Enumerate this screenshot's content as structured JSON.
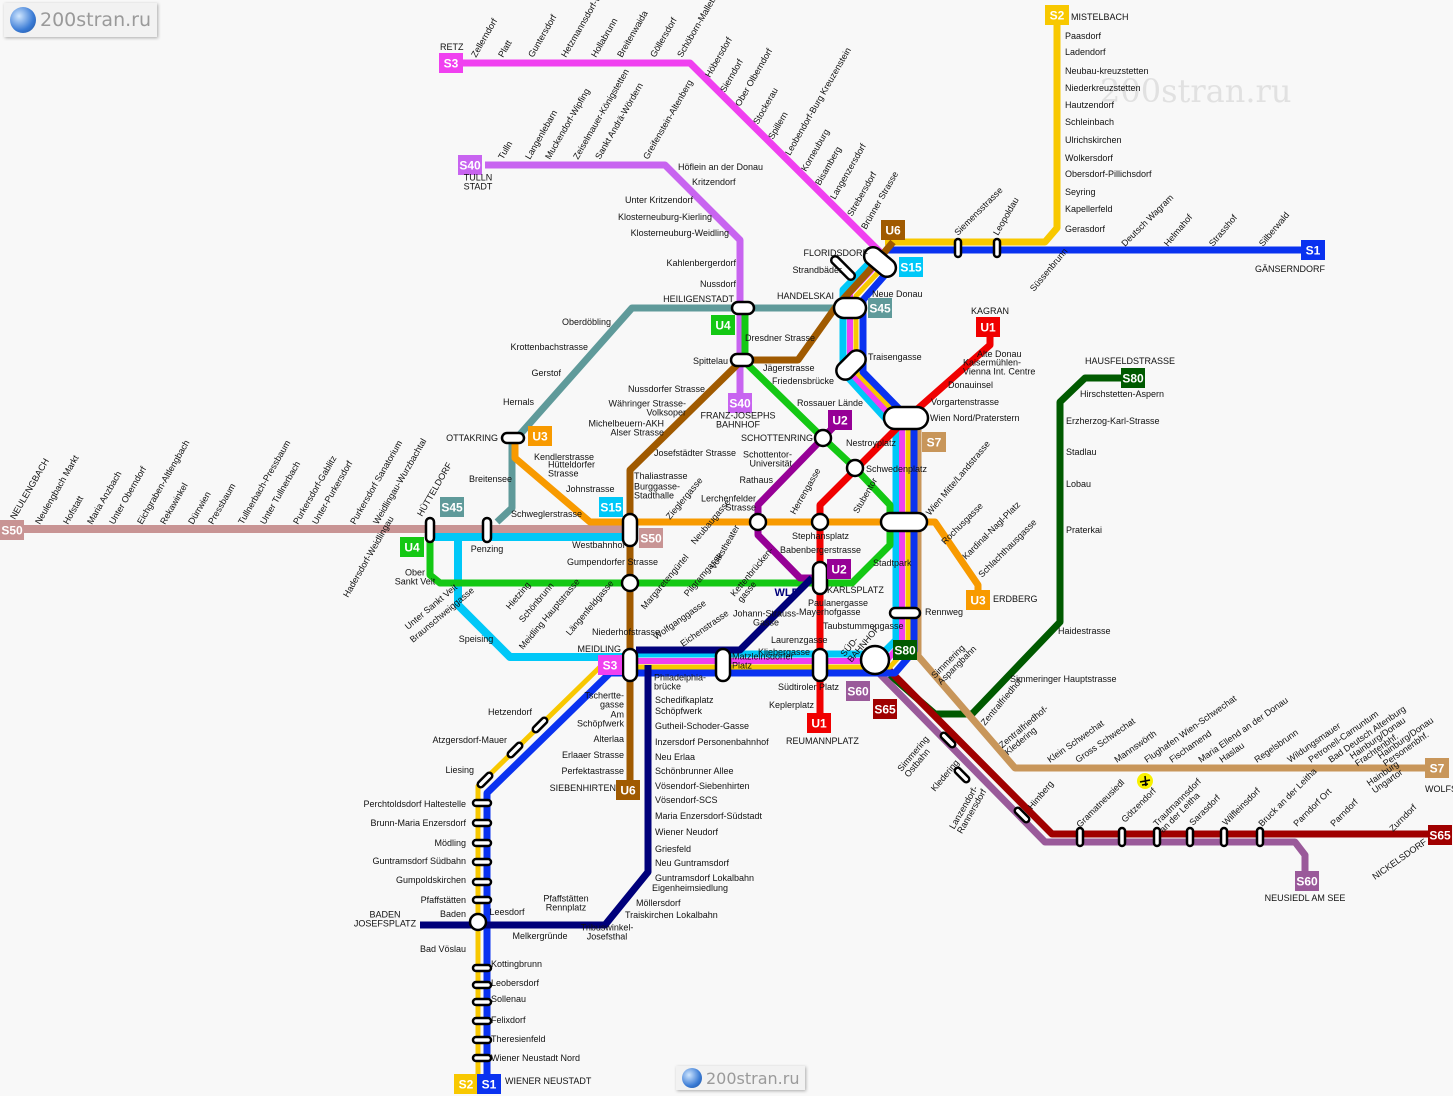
{
  "watermarks": [
    "200stran.ru",
    "200stran.ru",
    "200stran.ru"
  ],
  "lines": {
    "S1": {
      "label": "S1",
      "color": "#0a32f0"
    },
    "S2": {
      "label": "S2",
      "color": "#f8c800"
    },
    "S3": {
      "label": "S3",
      "color": "#f040f0"
    },
    "S7": {
      "label": "S7",
      "color": "#c8965a"
    },
    "S15": {
      "label": "S15",
      "color": "#00c8f8"
    },
    "S40": {
      "label": "S40",
      "color": "#c864f0"
    },
    "S45": {
      "label": "S45",
      "color": "#5f9a9a"
    },
    "S50": {
      "label": "S50",
      "color": "#c89494"
    },
    "S60": {
      "label": "S60",
      "color": "#9a5a9a"
    },
    "S65": {
      "label": "S65",
      "color": "#a00000"
    },
    "S80": {
      "label": "S80",
      "color": "#005a00"
    },
    "U1": {
      "label": "U1",
      "color": "#f00000"
    },
    "U2": {
      "label": "U2",
      "color": "#960096"
    },
    "U3": {
      "label": "U3",
      "color": "#f89a00"
    },
    "U4": {
      "label": "U4",
      "color": "#14c814"
    },
    "U6": {
      "label": "U6",
      "color": "#a05a00"
    },
    "WLB": {
      "label": "WLB",
      "color": "#00007a"
    }
  },
  "stations": [
    "RETZ",
    "Zellerndorf",
    "Platt",
    "Guntersdorf",
    "Hetzmannsdorf-Wullersdorf",
    "Hollabrunn",
    "Breitenwaida",
    "Göllersdorf",
    "Schöborn-Mallebern",
    "Höbersdorf",
    "Sierndorf",
    "Ober Olberndorf",
    "Stockerau",
    "Spillern",
    "Leobendorf-Burg Kreuzenstein",
    "Korneuburg",
    "Bisamberg",
    "Langenzersdorf",
    "Strebersdorf",
    "Brünner Strasse",
    [
      "TULLN",
      "STADT"
    ],
    "Tulln",
    "Langenlebarn",
    "Muckendorf-Wipfing",
    "Zeiselmauer-Königstetten",
    "Sankt Andrä-Wördern",
    "Greifenstein-Altenberg",
    "Höflein an der Donau",
    "Kritzendorf",
    "Unter Kritzendorf",
    "Klosterneuburg-Kierling",
    "Klosterneuburg-Weidling",
    "Kahlenbergerdorf",
    "Nussdorf",
    "HEILIGENSTADT",
    "MISTELBACH",
    "Paasdorf",
    "Ladendorf",
    "Neubau-kreuzstetten",
    "Niederkreuzstetten",
    "Hautzendorf",
    "Schleinbach",
    "Ulrichskirchen",
    "Wolkersdorf",
    "Obersdorf-Pillichsdorf",
    "Seyring",
    "Kapellerfeld",
    "Gerasdorf",
    "Leopoldau",
    "Siemensstrasse",
    "Süssenbrunn",
    "Deutsch Wagram",
    "Helmahof",
    "Strasshof",
    "Silberwald",
    "GÄNSERNDORF",
    "FLORIDSDORF",
    "Strandbäder",
    "Neue Donau",
    "HANDELSKAI",
    "Traisengasse",
    "Dresdner Strasse",
    "Jägerstrasse",
    "Friedensbrücke",
    "Spittelau",
    "Rossauer Lände",
    [
      "FRANZ-JOSEPHS",
      "BAHNHOF"
    ],
    "SCHOTTENRING",
    "Nestroyplatz",
    "Schwedenplatz",
    "Wien Nord/Praterstern",
    "KAGRAN",
    "Alte Donau",
    [
      "Kaisermühlen-",
      "Vienna Int. Centre"
    ],
    "Donauinsel",
    "Vorgartenstrasse",
    "HAUSFELDSTRASSE",
    "Hirschstetten-Aspern",
    "Erzherzog-Karl-Strasse",
    "Stadlau",
    "Lobau",
    "Praterkai",
    "Haidestrasse",
    "Simmeringer Hauptstrasse",
    "Zentralfriedhof",
    [
      "Zentralfriedhof-",
      "Kledering"
    ],
    [
      "Simmering",
      "Aspangbahn"
    ],
    "Wien Mitte/Landstrasse",
    "Rochusgasse",
    "Kardinal-Nagl-Platz",
    "Schlachthausgasse",
    "ERDBERG",
    "Rennweg",
    "Stadtpark",
    "Stubentor",
    "Stephansplatz",
    "Herrengasse",
    [
      "Schottentor-",
      "Universität"
    ],
    "Rathaus",
    [
      "Lerchenfelder",
      "Strasse"
    ],
    "Volkstheater",
    "Babenbergerstrasse",
    "KARLSPLATZ",
    "WLB",
    "Paulanergasse",
    "Mayerhofgasse",
    [
      "Johann-Strauss-",
      "Gasse"
    ],
    "Taubstummengasse",
    "Laurenzgasse",
    "Kliebergasse",
    [
      "Matzleinsdorfer",
      "Platz"
    ],
    [
      "SÜD-",
      "BAHNHOF"
    ],
    "Südtiroler Platz",
    "Keplerplatz",
    "REUMANNPLATZ",
    "OTTAKRING",
    "Kendlerstrasse",
    [
      "Hütteldorfer",
      "Strasse"
    ],
    "Johnstrasse",
    "Hernals",
    "Gerstof",
    "Krottenbachstrasse",
    "Oberdöbling",
    "Breitensee",
    "Schweglerstrasse",
    "Thaliastrasse",
    [
      "Burggasse-",
      "Stadthalle"
    ],
    "Josefstädter Strasse",
    [
      "Michelbeuern-AKH",
      "Alser Strasse"
    ],
    [
      "Währinger Strasse-",
      "Volksoper"
    ],
    "Nussdorfer Strasse",
    "Zieglergasse",
    "Neubaugasse",
    "Westbahnhof",
    "Gumpendorfer Strasse",
    "Margaretengürtel",
    "Pilgramgasse",
    [
      "Kettenbrücken-",
      "gasse"
    ],
    "Längenfeldgasse",
    "Meidling Hauptstrasse",
    "Schönbrunn",
    "Hietzing",
    "Braunschweiggasse",
    "Unter Sankt Veit",
    [
      "Ober",
      "Sankt Veit"
    ],
    "Penzing",
    "Speising",
    "HÜTTELDORF",
    "Hadersdorf-Weidlingau",
    "Niederhofstrasse",
    "Wolfganggasse",
    "Eichenstrasse",
    "MEIDLING",
    [
      "Philadelphia-",
      "brücke"
    ],
    "Schedifkaplatz",
    "Schöpfwerk",
    "Gutheil-Schoder-Gasse",
    "Inzersdorf Personenbahnhof",
    "Neu Erlaa",
    "Schönbrunner Allee",
    "Vösendorf-Siebenhirten",
    "Vösendorf-SCS",
    "Maria Enzersdorf-Südstadt",
    "Wiener Neudorf",
    "Griesfeld",
    "Neu Guntramsdorf",
    "Guntramsdorf Lokalbahn",
    "Eigenheimsiedlung",
    "Möllersdorf",
    "Traiskirchen Lokalbahn",
    [
      "Tribuswinkel-",
      "Josefsthal"
    ],
    [
      "Pfaffstätten",
      "Rennplatz"
    ],
    "Melkergründe",
    "Leesdorf",
    [
      "Tschertte-",
      "gasse"
    ],
    [
      "Am",
      "Schöpfwerk"
    ],
    "Alterlaa",
    "Erlaaer Strasse",
    "Perfektastrasse",
    "SIEBENHIRTEN",
    "Hetzendorf",
    "Atzgersdorf-Mauer",
    "Liesing",
    "Perchtoldsdorf Haltestelle",
    "Brunn-Maria Enzersdorf",
    "Mödling",
    "Guntramsdorf Südbahn",
    "Gumpoldskirchen",
    "Pfaffstätten",
    "Baden",
    [
      "BADEN",
      "JOSEFSPLATZ"
    ],
    "Bad Vöslau",
    "Kottingbrunn",
    "Leobersdorf",
    "Sollenau",
    "Felixdorf",
    "Theresienfeld",
    "Wiener Neustadt Nord",
    "WIENER NEUSTADT",
    [
      "Simmering",
      "Ostbahn"
    ],
    "Kledering",
    [
      "Lanzendorf-",
      "Rannersdorf"
    ],
    "Himberg",
    "Gramatneusiedl",
    "Götzendorf",
    [
      "Trautmannsdorf",
      "an der Leitha"
    ],
    "Sarasdorf",
    "Wilfleinsdorf",
    "Bruck an der Leitha",
    "Parndorf Ort",
    "Parndorf",
    "Zurndorf",
    "NICKELSDORF",
    "NEUSIEDL AM SEE",
    "Klein Schwechat",
    "Gross Schwechat",
    "Mannswörth",
    "Flughafen Wien-Schwechat",
    "Fischamend",
    "Maria Ellend an der Donau",
    "Haslau",
    "Regelsbrunn",
    "Wildungsmauer",
    "Petronell-Carnuntum",
    "Bad Deutsch Altenburg",
    [
      "Hainburg/Donau",
      "Frachtenbhf."
    ],
    [
      "Hainburg/Donau",
      "Personenbhf."
    ],
    [
      "Hainburg",
      "Ungartor"
    ],
    "WOLFSTHAL",
    "NEULENGBACH",
    "Neulengbach Markt",
    "Hofstatt",
    "Maria Anzbach",
    "Unter Oberndorf",
    "Eichgraben-Altlengbach",
    "Rekawinkel",
    "Dürrwien",
    "Pressbaum",
    "Tullnerbach-Pressbaum",
    "Unter Tullnerbach",
    "Purkersdorf-Gablitz",
    "Unter-Purkersdorf",
    "Purkersdorf Sanatorium",
    "Weidlingau-Wurzbachtal"
  ],
  "icons": {
    "airport": "airplane-icon"
  }
}
